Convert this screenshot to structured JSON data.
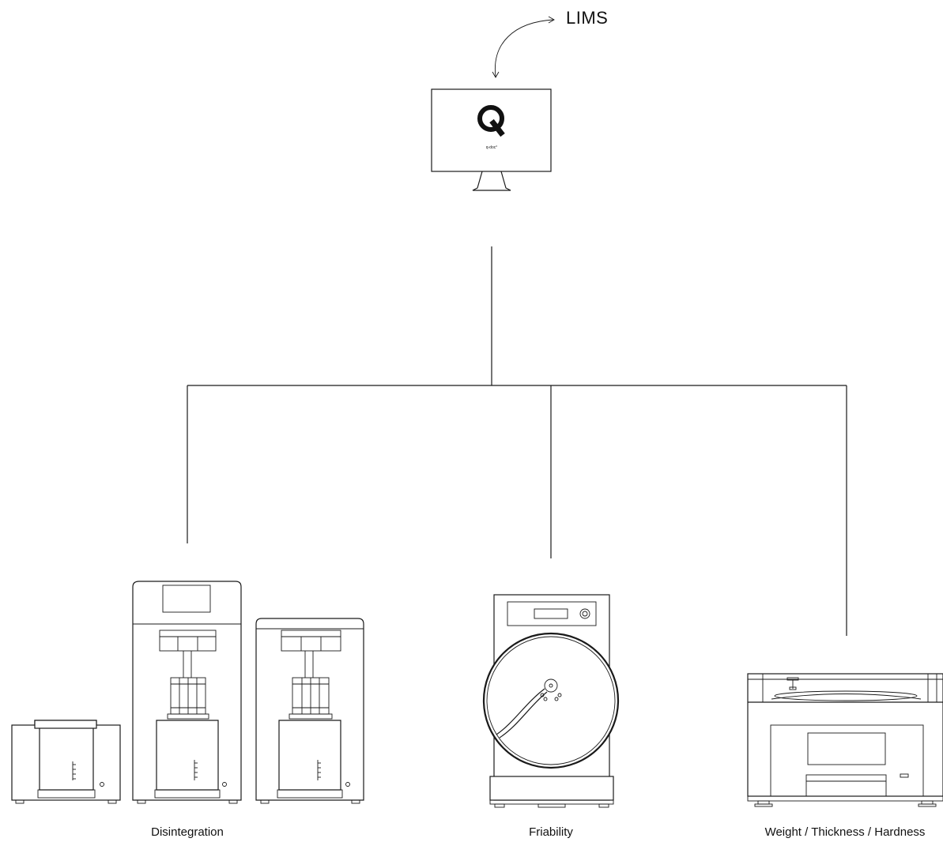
{
  "diagram": {
    "top_system": {
      "label": "LIMS",
      "icon": "arrow-curved-icon"
    },
    "hub": {
      "logo_letter": "Q",
      "logo_caption": "q-doc°",
      "icon": "monitor-icon"
    },
    "instruments": [
      {
        "label": "Disintegration",
        "icon": "disintegration-tester-icon"
      },
      {
        "label": "Friability",
        "icon": "friability-tester-icon"
      },
      {
        "label": "Weight / Thickness / Hardness",
        "icon": "tablet-tester-icon"
      }
    ],
    "colors": {
      "line": "#1a1a1a",
      "background": "#ffffff"
    }
  }
}
